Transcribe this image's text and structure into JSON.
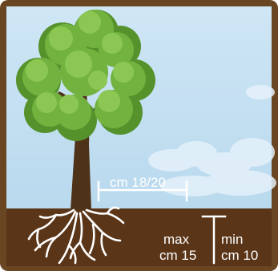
{
  "labels": {
    "trunk_spacing": "cm 18/20",
    "max_line1": "max",
    "max_line2": "cm 15",
    "min_line1": "min",
    "min_line2": "cm 10"
  },
  "colors": {
    "frame": "#6a4522",
    "sky": "#c7e2f2",
    "soil": "#5a3518",
    "trunk": "#4e3319",
    "foliage_light": "#8cc753",
    "foliage_mid": "#72b23f",
    "foliage_dark": "#55922c",
    "roots": "#ffffff",
    "markers": "#ffffff"
  }
}
